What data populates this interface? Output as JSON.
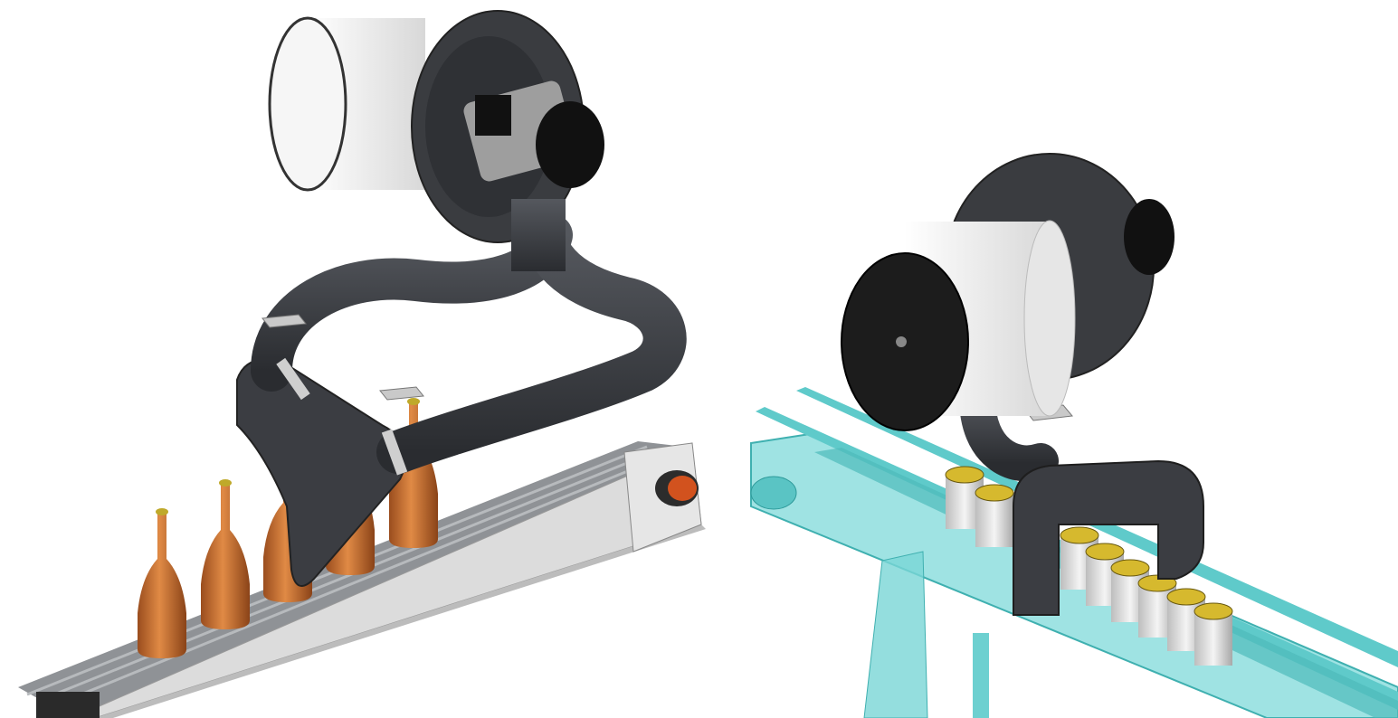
{
  "scene": {
    "left_assembly": "bottle-conveyor-air-blower",
    "right_assembly": "can-conveyor-air-blower",
    "bottle_count": 5,
    "can_count": 10
  },
  "colors": {
    "background": "#ffffff",
    "blower_body": "#3a3c40",
    "filter": "#efefef",
    "conveyor_left": "#d9d9d9",
    "conveyor_right": "#6cd3d3",
    "bottle": "#c8672a",
    "can_lid": "#d4b830"
  }
}
